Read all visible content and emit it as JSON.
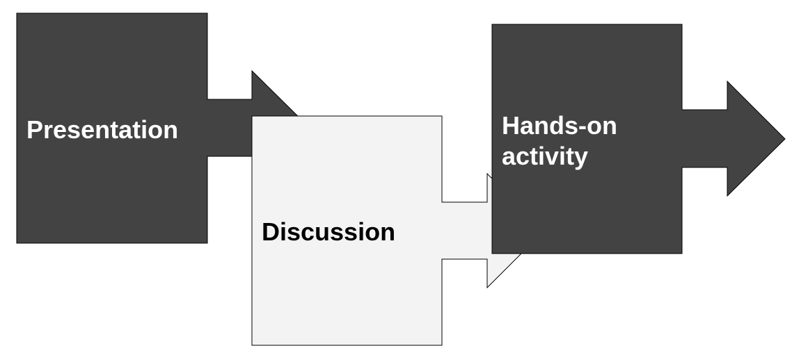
{
  "diagram": {
    "steps": [
      {
        "label": "Presentation",
        "fill": "#434343",
        "text_color": "#ffffff"
      },
      {
        "label": "Discussion",
        "fill": "#f3f3f3",
        "text_color": "#000000"
      },
      {
        "label_line1": "Hands-on",
        "label_line2": "activity",
        "fill": "#434343",
        "text_color": "#ffffff"
      }
    ],
    "stroke_color": "#000000"
  }
}
